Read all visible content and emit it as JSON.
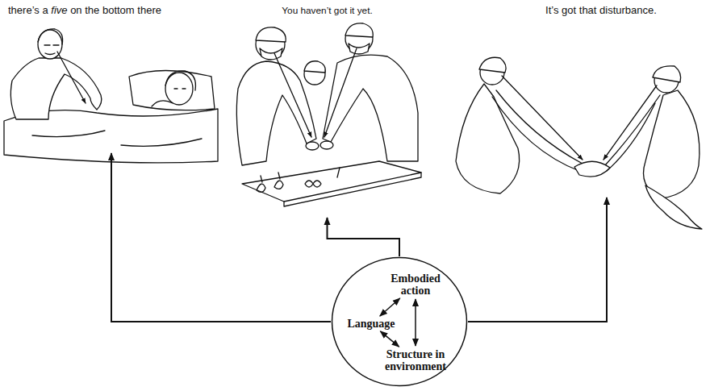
{
  "diagram": {
    "nodes": [
      {
        "text": [
          "there’s a five on the bottom there"
        ]
      },
      {
        "text": [
          "You haven’t got it yet."
        ]
      },
      {
        "text": [
          "It’s got that disturbance."
        ]
      },
      {
        "text": []
      },
      {
        "text": [
          "Embodied action"
        ],
        "in": 3
      },
      {
        "text": [
          "Language"
        ],
        "in": 3
      },
      {
        "text": [
          "Structure in environment"
        ],
        "in": 3
      }
    ],
    "edges": [
      {
        "from": 3,
        "to": 0,
        "arrow": "to"
      },
      {
        "from": 3,
        "to": 1,
        "arrow": "to"
      },
      {
        "from": 3,
        "to": 2,
        "arrow": "to"
      },
      {
        "from": 5,
        "to": 4,
        "arrow": "both"
      },
      {
        "from": 5,
        "to": 6,
        "arrow": "both"
      },
      {
        "from": 4,
        "to": 6,
        "arrow": "both"
      }
    ]
  }
}
